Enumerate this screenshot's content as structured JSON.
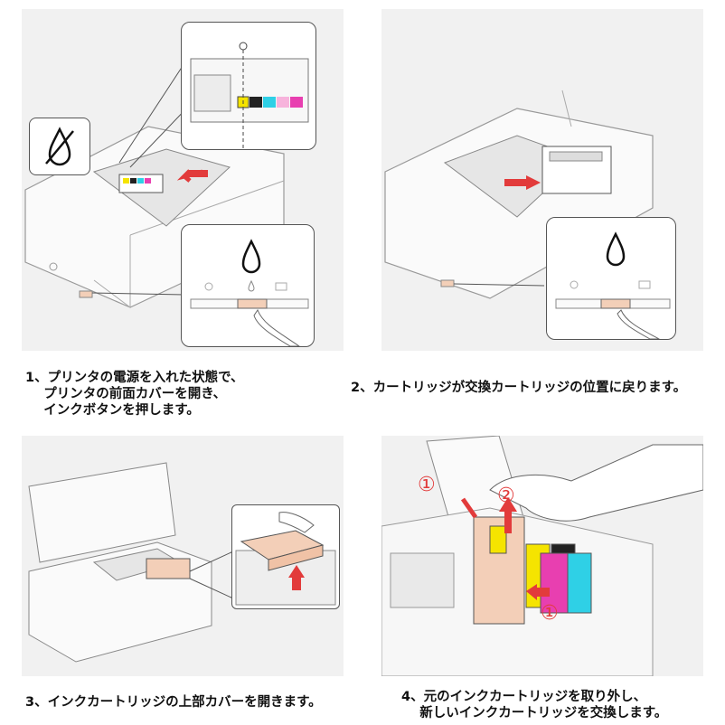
{
  "steps": [
    {
      "caption": "1、プリンタの電源を入れた状態で、\n    プリンタの前面カバーを開き、\n    インクボタンを押します。"
    },
    {
      "caption": "2、カートリッジが交換カートリッジの位置に戻ります。"
    },
    {
      "caption": "3、インクカートリッジの上部カバーを開きます。"
    },
    {
      "caption": "4、元のインクカートリッジを取り外し、\n    新しいインクカートリッジを交換します。"
    }
  ],
  "markers": {
    "circle_1": "①",
    "circle_2": "②"
  },
  "colors": {
    "panel_bg": "#f1f1f1",
    "cartridge_peach": "#f3cfb8",
    "arrow_red": "#e23b3b",
    "ink_yellow": "#f5e400",
    "ink_black": "#222222",
    "ink_cyan": "#2fd0e6",
    "ink_magenta": "#e83fb0"
  },
  "icons": [
    "no-ink-icon",
    "ink-drop-icon",
    "power-icon",
    "ink-button-icon"
  ]
}
